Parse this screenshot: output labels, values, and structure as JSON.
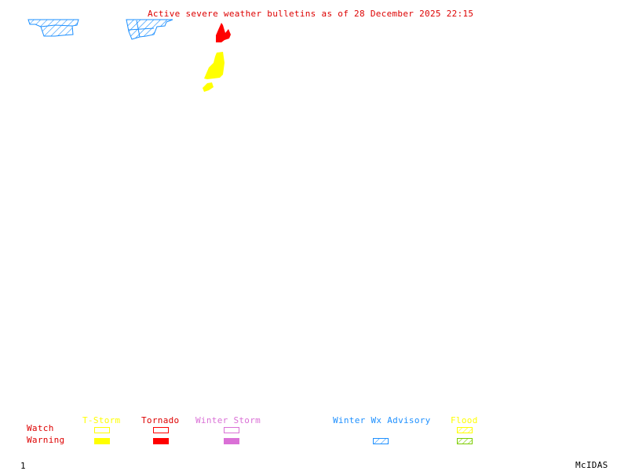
{
  "title": "Active severe weather bulletins as of 28 December 2025 22:15",
  "colors": {
    "title": "#dd0000",
    "tstorm": "#ffff00",
    "tornado": "#ff0000",
    "winter_storm": "#da70d6",
    "winter_wx_advisory": "#1e90ff",
    "flood_watch": "#ffff00",
    "flood_warning": "#7ccd00",
    "row_label": "#dd0000",
    "footer": "#000000"
  },
  "legend": {
    "row_labels": {
      "watch": "Watch",
      "warning": "Warning"
    },
    "columns": [
      {
        "label": "T-Storm",
        "watch": "outline",
        "warning": "solid"
      },
      {
        "label": "Tornado",
        "watch": "outline",
        "warning": "solid"
      },
      {
        "label": "Winter Storm",
        "watch": "outline",
        "warning": "solid"
      },
      {
        "label": "Winter Wx Advisory",
        "watch": "none",
        "warning": "hatched"
      },
      {
        "label": "Flood",
        "watch": "hatched",
        "warning": "hatched"
      }
    ]
  },
  "map_areas": [
    {
      "type": "Winter Wx Advisory",
      "region": "northwest-1"
    },
    {
      "type": "Winter Wx Advisory",
      "region": "northwest-2"
    },
    {
      "type": "Tornado Warning",
      "region": "north-central"
    },
    {
      "type": "T-Storm Warning",
      "region": "central-1"
    },
    {
      "type": "T-Storm Warning",
      "region": "central-2"
    }
  ],
  "footer": {
    "frame_number": "1",
    "brand": "McIDAS"
  }
}
